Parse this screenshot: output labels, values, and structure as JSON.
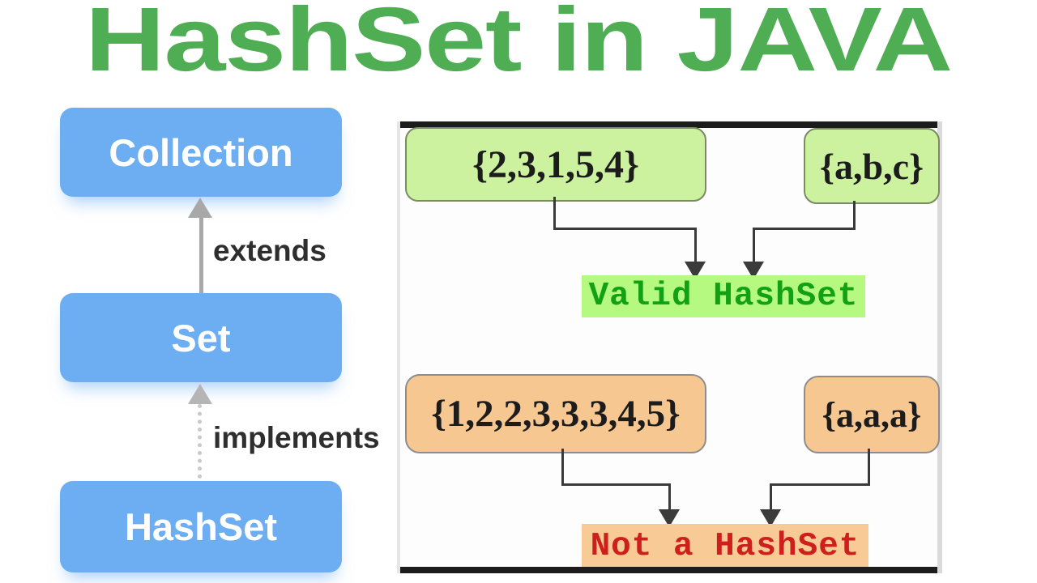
{
  "title": "HashSet in JAVA",
  "hierarchy": {
    "nodes": [
      {
        "label": "Collection"
      },
      {
        "label": "Set"
      },
      {
        "label": "HashSet"
      }
    ],
    "edges": [
      {
        "label": "extends",
        "style": "solid"
      },
      {
        "label": "implements",
        "style": "dotted"
      }
    ]
  },
  "examples": {
    "valid": {
      "sets": [
        "{2,3,1,5,4}",
        "{a,b,c}"
      ],
      "result": "Valid HashSet"
    },
    "invalid": {
      "sets": [
        "{1,2,2,3,3,3,4,5}",
        "{a,a,a}"
      ],
      "result": "Not a HashSet"
    }
  },
  "colors": {
    "title-green": "#4fae54",
    "node-blue": "#6caef1",
    "node-text": "#ffffff",
    "edge-text": "#2e2e2e",
    "arrow-solid": "#a8a8a8",
    "arrow-dotted": "#c9c9c9",
    "arrow-dotted-head": "#b5b5b5",
    "connector": "#3b3b3b",
    "valid-fill": "#ccf2a0",
    "valid-border": "#7b8a63",
    "valid-highlight": "#b6f980",
    "valid-text": "#12a014",
    "invalid-fill": "#f6c791",
    "invalid-border": "#8d8d8d",
    "invalid-highlight": "#f8cb96",
    "invalid-text": "#cd1f1c",
    "set-text": "#1c1c1c",
    "panel-bar": "#1c1c1c"
  }
}
